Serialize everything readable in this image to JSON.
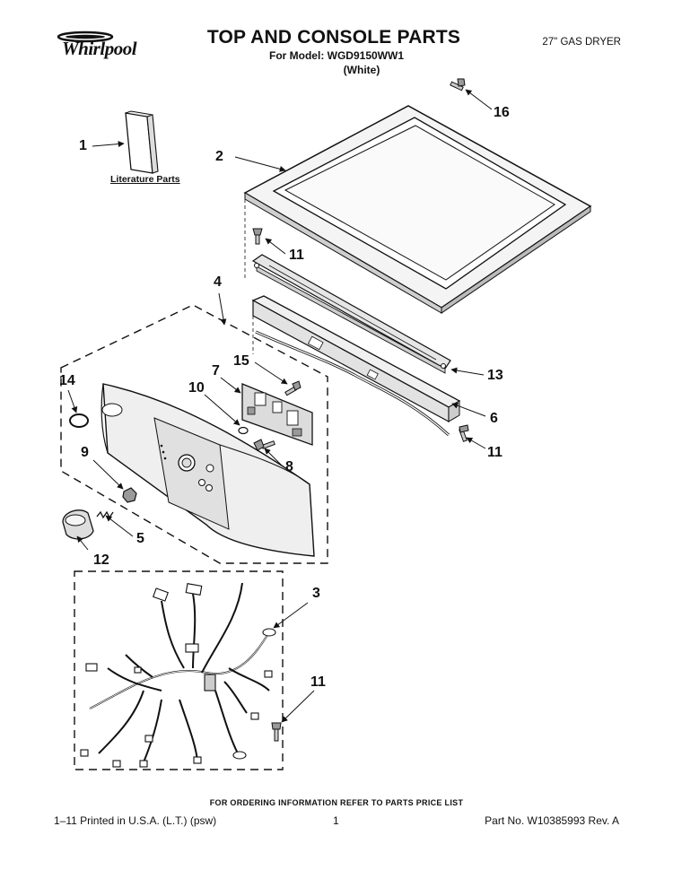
{
  "header": {
    "brand": "Whirlpool",
    "title": "TOP AND CONSOLE PARTS",
    "model_line": "For Model: WGD9150WW1",
    "color_line": "(White)",
    "product_type": "27\" GAS DRYER"
  },
  "literature_label": "Literature Parts",
  "callouts": {
    "c1": "1",
    "c2": "2",
    "c3": "3",
    "c4": "4",
    "c5": "5",
    "c6": "6",
    "c7": "7",
    "c8": "8",
    "c9": "9",
    "c10": "10",
    "c11a": "11",
    "c11b": "11",
    "c11c": "11",
    "c12": "12",
    "c13": "13",
    "c14": "14",
    "c15": "15",
    "c16": "16"
  },
  "footer": {
    "ordering_info": "FOR ORDERING INFORMATION REFER TO PARTS PRICE LIST",
    "print_info": "1–11 Printed in U.S.A. (L.T.) (psw)",
    "page_number": "1",
    "part_number": "Part No. W10385993 Rev. A"
  }
}
